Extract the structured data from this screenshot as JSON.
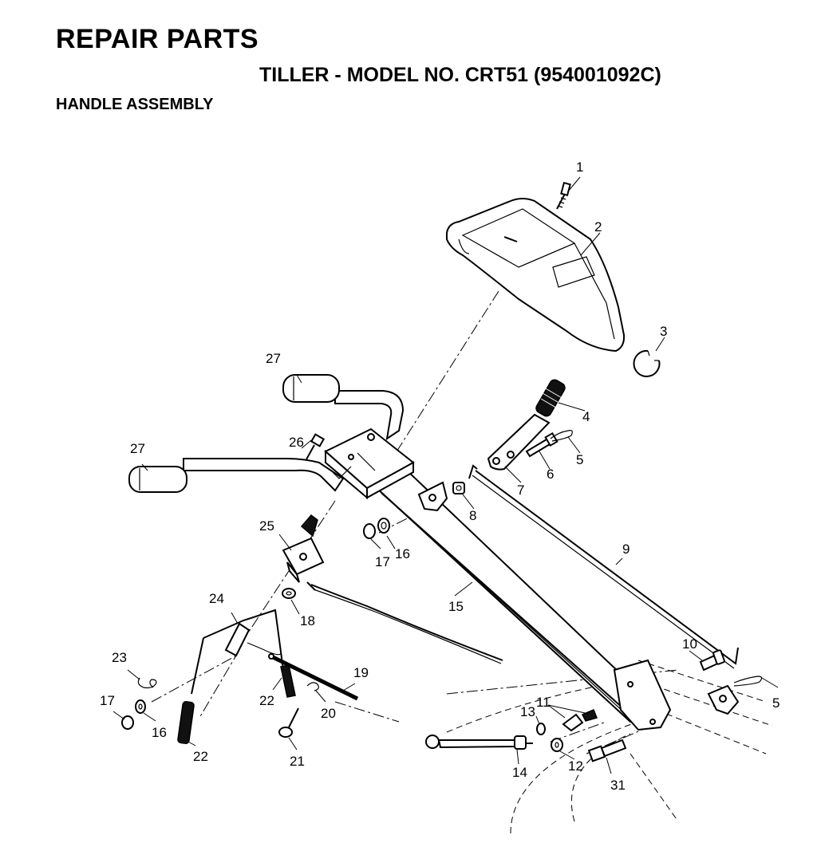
{
  "header": {
    "title": "REPAIR PARTS",
    "model": "TILLER - MODEL NO. CRT51 (954001092C)",
    "section": "HANDLE ASSEMBLY"
  },
  "callouts": [
    "1",
    "2",
    "3",
    "4",
    "5",
    "6",
    "7",
    "8",
    "9",
    "10",
    "11",
    "12",
    "13",
    "14",
    "15",
    "16",
    "17",
    "18",
    "19",
    "20",
    "21",
    "22",
    "23",
    "24",
    "25",
    "26",
    "27",
    "27",
    "5",
    "16",
    "17",
    "22",
    "31"
  ]
}
